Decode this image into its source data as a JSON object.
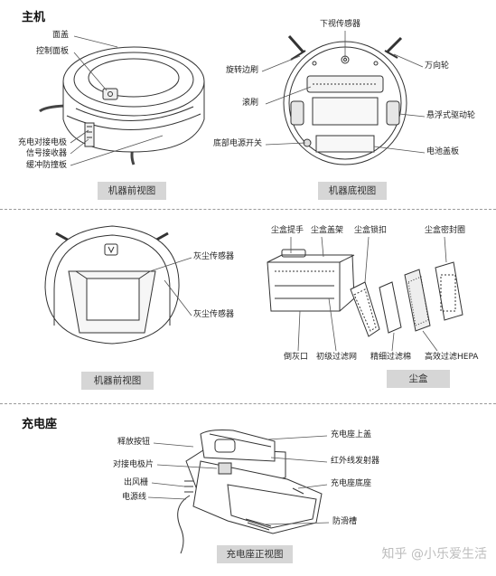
{
  "sections": {
    "main_unit": "主机",
    "charger": "充电座"
  },
  "captions": {
    "front_view_1": "机器前视图",
    "bottom_view": "机器底视图",
    "front_view_2": "机器前视图",
    "dustbin": "尘盒",
    "charger_view": "充电座正视图"
  },
  "labels": {
    "front": {
      "cover": "面盖",
      "control_panel": "控制面板",
      "charge_contact": "充电对接电极",
      "signal_receiver": "信号接收器",
      "bumper": "缓冲防撞板"
    },
    "bottom": {
      "cliff_sensor": "下视传感器",
      "side_brush": "旋转边刷",
      "caster": "万向轮",
      "roller_brush": "滚刷",
      "drive_wheel": "悬浮式驱动轮",
      "power_switch": "底部电源开关",
      "battery_cover": "电池盖板"
    },
    "front2": {
      "dust_sensor_1": "灰尘传感器",
      "dust_sensor_2": "灰尘传感器"
    },
    "dustbin": {
      "handle": "尘盒提手",
      "cover_frame": "尘盒盖架",
      "lock": "尘盒锁扣",
      "seal": "尘盒密封圈",
      "outlet": "倒灰口",
      "primary_filter": "初级过滤网",
      "fine_filter": "精细过滤棉",
      "hepa": "高效过滤HEPA"
    },
    "charger": {
      "release_button": "释放按钮",
      "contact_plate": "对接电极片",
      "vent": "出风栅",
      "power_cord": "电源线",
      "top_cover": "充电座上盖",
      "ir_emitter": "红外线发射器",
      "base": "充电座底座",
      "anti_slip": "防滑槽"
    }
  },
  "watermark": "知乎 @小乐爱生活"
}
